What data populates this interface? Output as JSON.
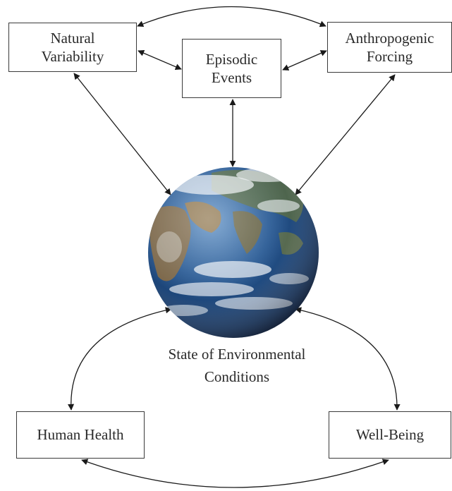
{
  "nodes": {
    "natural_variability": [
      "Natural",
      "Variability"
    ],
    "episodic_events": [
      "Episodic",
      "Events"
    ],
    "anthropogenic_forcing": [
      "Anthropogenic",
      "Forcing"
    ],
    "human_health": "Human Health",
    "well_being": "Well-Being"
  },
  "center_label": [
    "State of Environmental",
    "Conditions"
  ],
  "center_image": "earth-globe",
  "colors": {
    "ocean": "#1f4f8c",
    "ocean_dark": "#0b2545",
    "land": "#8a6a3e",
    "cloud": "#f2f5f8"
  }
}
